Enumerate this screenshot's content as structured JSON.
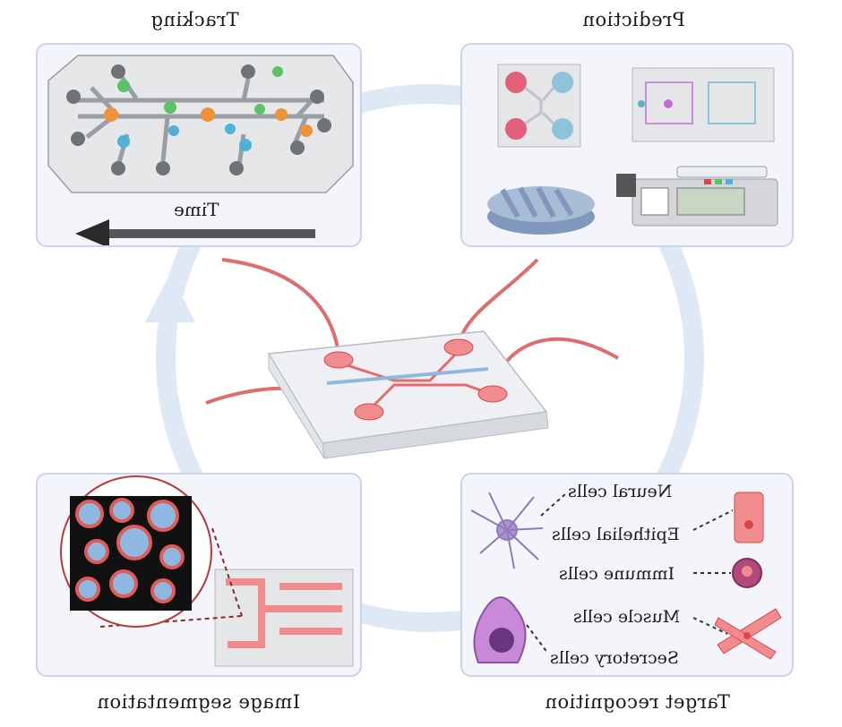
{
  "panels": {
    "tracking": {
      "title": "Tracking",
      "time_label": "Time"
    },
    "prediction": {
      "title": "Prediction"
    },
    "segmentation": {
      "title": "Image segmentation"
    },
    "target": {
      "title": "Target recognition",
      "cells": [
        "Neural cells",
        "Epithelial cells",
        "Immune cells",
        "Muscle cells",
        "Secretory cells"
      ]
    }
  },
  "colors": {
    "panel_border": "#c9d4e6",
    "panel_fill": "#f3f5fa",
    "cycle_arrow": "#dbe7f4",
    "tubing": "#d9474c",
    "chip_channel": "#e8696b",
    "cell_blue": "#8fb8e0",
    "node_orange": "#f0923a",
    "node_green": "#5cc26a",
    "node_cyan": "#4fb0d8"
  }
}
